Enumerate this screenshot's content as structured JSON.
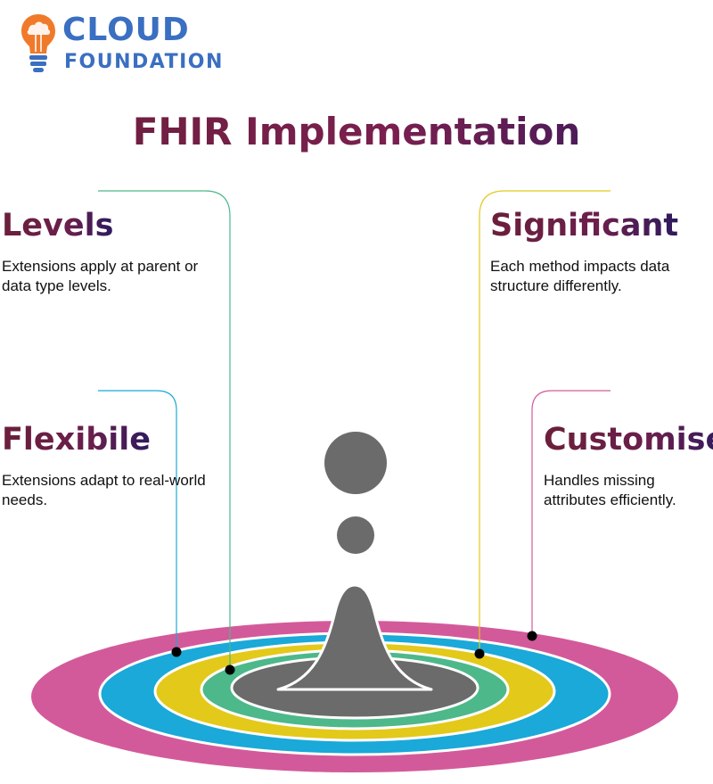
{
  "logo": {
    "line1": "CLOUD",
    "line2": "FOUNDATION",
    "colors": {
      "bulb": "#f07a2a",
      "text": "#3a6fc1",
      "base": "#3a6fc1"
    }
  },
  "title": "FHIR Implementation",
  "items": {
    "levels": {
      "title": "Levels",
      "description": "Extensions apply at parent or data type levels.",
      "color": "#4db88a"
    },
    "significant": {
      "title": "Significant",
      "description": "Each method impacts data structure differently.",
      "color": "#e3c91a"
    },
    "flexible": {
      "title": "Flexibile",
      "description": "Extensions adapt to real-world needs.",
      "color": "#1aa9d8"
    },
    "customise": {
      "title": "Customise",
      "description": "Handles missing attributes efficiently.",
      "color": "#d35a9a"
    }
  },
  "rings": {
    "colors": [
      "#d35a9a",
      "#1aa9d8",
      "#e3c91a",
      "#4db88a",
      "#6b6b6b"
    ]
  },
  "drop_color": "#6b6b6b"
}
